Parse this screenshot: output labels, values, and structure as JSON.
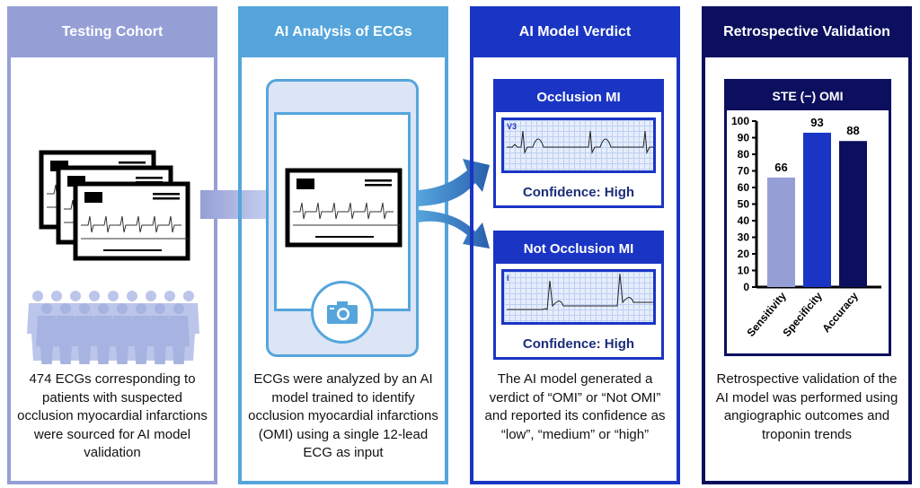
{
  "colors": {
    "cohort": "#959fd6",
    "analysis": "#55a5dc",
    "verdict": "#1a35c4",
    "validation": "#0b0f5e"
  },
  "panels": [
    {
      "title": "Testing Cohort",
      "description": "474 ECGs corresponding to patients with suspected occlusion myocardial infarctions were sourced for AI model validation"
    },
    {
      "title": "AI Analysis of ECGs",
      "description": "ECGs were analyzed by an AI model trained to identify occlusion myocardial infarctions (OMI) using a single 12-lead ECG as input"
    },
    {
      "title": "AI Model Verdict",
      "description": "The AI model generated a verdict of “OMI” or “Not OMI” and reported its confidence as “low”, “medium” or “high”"
    },
    {
      "title": "Retrospective Validation",
      "description": "Retrospective validation of the AI model was performed using angiographic outcomes and troponin trends"
    }
  ],
  "verdicts": [
    {
      "title": "Occlusion MI",
      "lead": "V3",
      "confidence": "Confidence: High"
    },
    {
      "title": "Not Occlusion MI",
      "lead": "I",
      "confidence": "Confidence: High"
    }
  ],
  "chart_data": {
    "type": "bar",
    "title": "STE (−) OMI",
    "categories": [
      "Sensitivity",
      "Specificity",
      "Accuracy"
    ],
    "values": [
      66,
      93,
      88
    ],
    "colors": [
      "#959fd6",
      "#1a35c4",
      "#0b0f5e"
    ],
    "ylim": [
      0,
      100
    ],
    "yticks": [
      0,
      10,
      20,
      30,
      40,
      50,
      60,
      70,
      80,
      90,
      100
    ],
    "grid": false
  }
}
